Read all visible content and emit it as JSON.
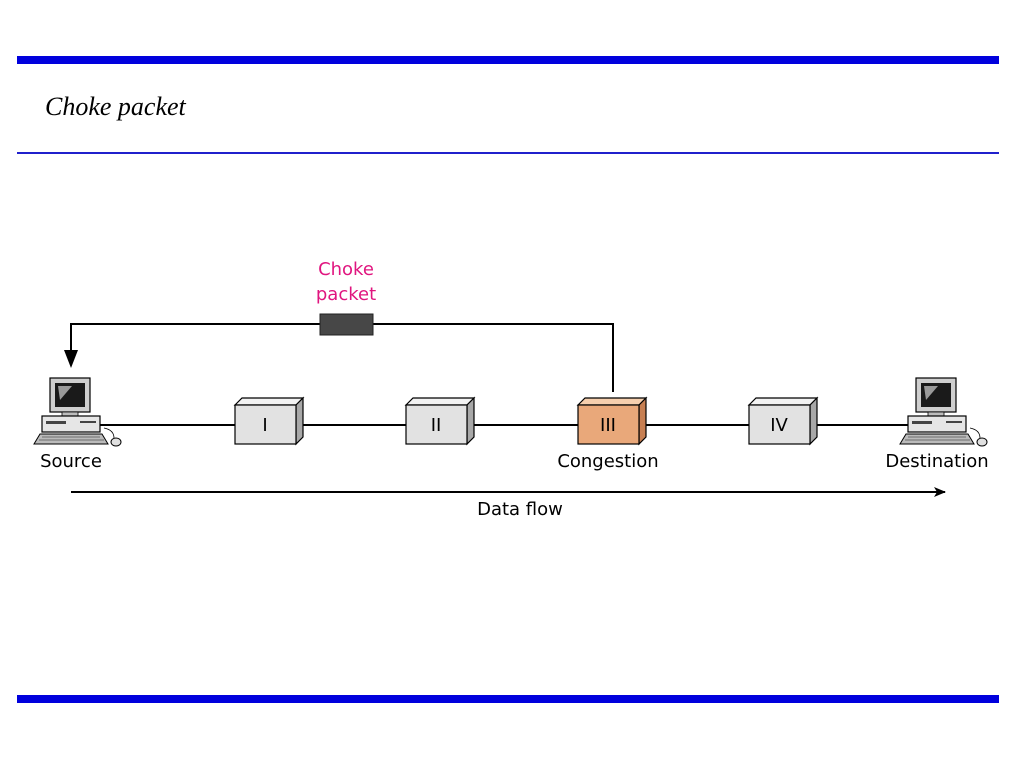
{
  "slide": {
    "title": "Choke packet"
  },
  "diagram": {
    "choke_label_line1": "Choke",
    "choke_label_line2": "packet",
    "routers": [
      "I",
      "II",
      "III",
      "IV"
    ],
    "congested_router": "III",
    "source_label": "Source",
    "congestion_label": "Congestion",
    "destination_label": "Destination",
    "flow_label": "Data flow"
  },
  "colors": {
    "rule": "#0000dd",
    "choke_text": "#e0157f",
    "router_fill": "#e2e2e2",
    "congested_fill": "#e9a87a",
    "choke_packet": "#474747"
  },
  "icons": {
    "source": "desktop-computer-icon",
    "destination": "desktop-computer-icon"
  }
}
